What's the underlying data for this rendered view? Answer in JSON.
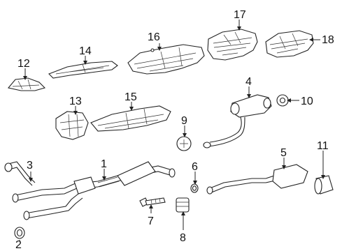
{
  "callouts": [
    {
      "id": "1",
      "text": "1"
    },
    {
      "id": "2",
      "text": "2"
    },
    {
      "id": "3",
      "text": "3"
    },
    {
      "id": "4",
      "text": "4"
    },
    {
      "id": "5",
      "text": "5"
    },
    {
      "id": "6",
      "text": "6"
    },
    {
      "id": "7",
      "text": "7"
    },
    {
      "id": "8",
      "text": "8"
    },
    {
      "id": "9",
      "text": "9"
    },
    {
      "id": "10",
      "text": "10"
    },
    {
      "id": "11",
      "text": "11"
    },
    {
      "id": "12",
      "text": "12"
    },
    {
      "id": "13",
      "text": "13"
    },
    {
      "id": "14",
      "text": "14"
    },
    {
      "id": "15",
      "text": "15"
    },
    {
      "id": "16",
      "text": "16"
    },
    {
      "id": "17",
      "text": "17"
    },
    {
      "id": "18",
      "text": "18"
    }
  ]
}
